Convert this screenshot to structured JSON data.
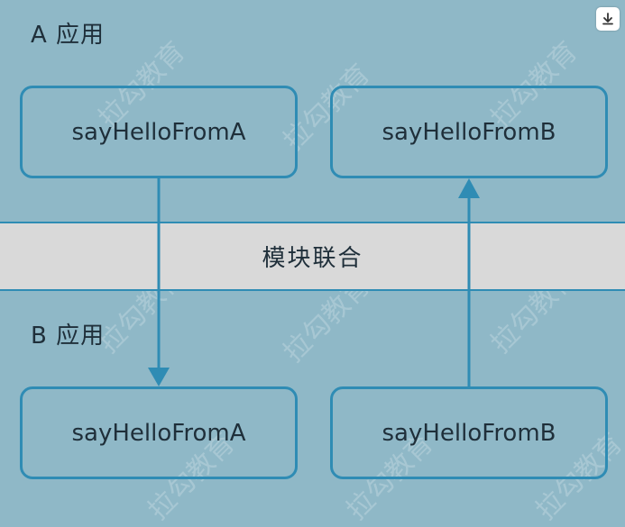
{
  "app_a": {
    "label": "A 应用"
  },
  "app_b": {
    "label": "B 应用"
  },
  "band": {
    "label": "模块联合"
  },
  "boxes": {
    "a_left": "sayHelloFromA",
    "a_right": "sayHelloFromB",
    "b_left": "sayHelloFromA",
    "b_right": "sayHelloFromB"
  },
  "watermark": {
    "text": "拉勾教育"
  },
  "colors": {
    "background": "#8fb8c7",
    "accent": "#2f8cb4",
    "band": "#d9d9d9",
    "text": "#1f2f3a"
  },
  "icons": {
    "download": "download-icon"
  }
}
